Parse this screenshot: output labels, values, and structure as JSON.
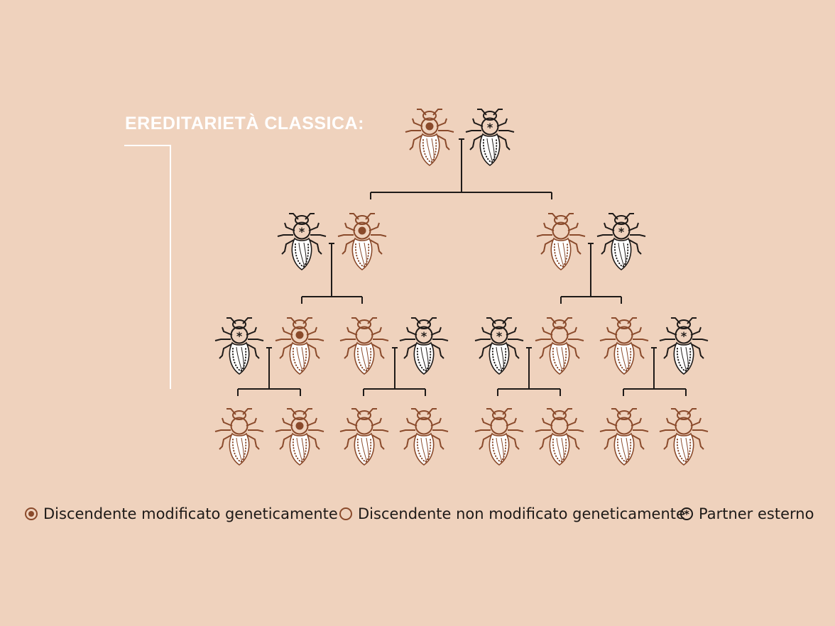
{
  "title": "EREDITARIETÀ CLASSICA:",
  "colors": {
    "background": "#efd2bd",
    "modified": "#8a4a2b",
    "partner": "#1e1a18",
    "lines": "#1e1a18",
    "wing": "#ffffff"
  },
  "tree": {
    "generations": [
      [
        "modified",
        "partner"
      ],
      [
        "partner",
        "modified",
        "unmodified",
        "partner"
      ],
      [
        "partner",
        "modified",
        "unmodified",
        "partner",
        "partner",
        "unmodified",
        "unmodified",
        "partner"
      ],
      [
        "unmodified",
        "modified",
        "unmodified",
        "unmodified",
        "unmodified",
        "unmodified",
        "unmodified",
        "unmodified"
      ]
    ]
  },
  "legend": [
    {
      "type": "modified",
      "label": "Discendente modificato geneticamente"
    },
    {
      "type": "unmodified",
      "label": "Discendente non modificato geneticamente"
    },
    {
      "type": "partner",
      "label": "Partner esterno"
    }
  ]
}
